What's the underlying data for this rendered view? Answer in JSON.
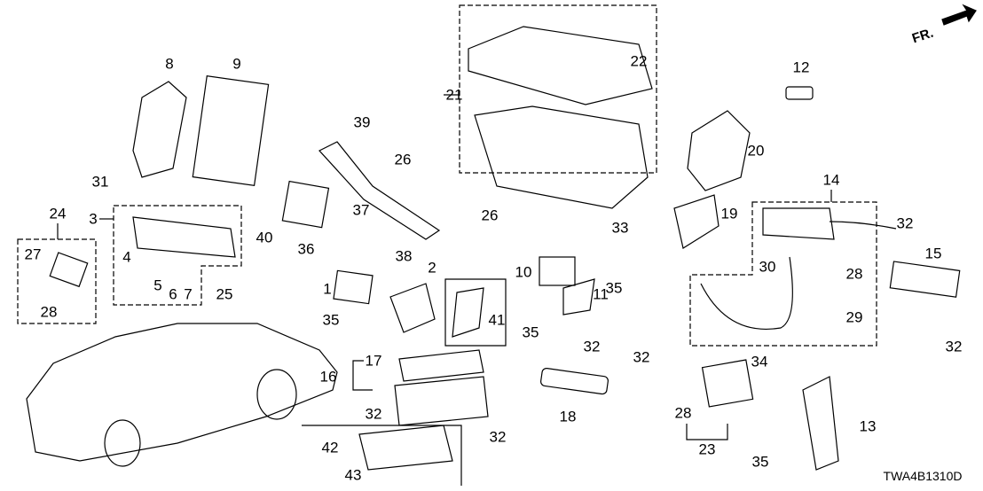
{
  "diagram_code": "TWA4B1310D",
  "direction_marker": "FR.",
  "callouts": [
    "8",
    "9",
    "31",
    "24",
    "3",
    "27",
    "4",
    "5",
    "6",
    "7",
    "28",
    "25",
    "40",
    "36",
    "37",
    "39",
    "26",
    "26",
    "38",
    "21",
    "22",
    "20",
    "12",
    "19",
    "14",
    "32",
    "15",
    "28",
    "30",
    "29",
    "32",
    "33",
    "35",
    "10",
    "11",
    "35",
    "2",
    "1",
    "35",
    "41",
    "17",
    "16",
    "32",
    "32",
    "42",
    "43",
    "18",
    "32",
    "32",
    "28",
    "23",
    "34",
    "35",
    "13"
  ]
}
